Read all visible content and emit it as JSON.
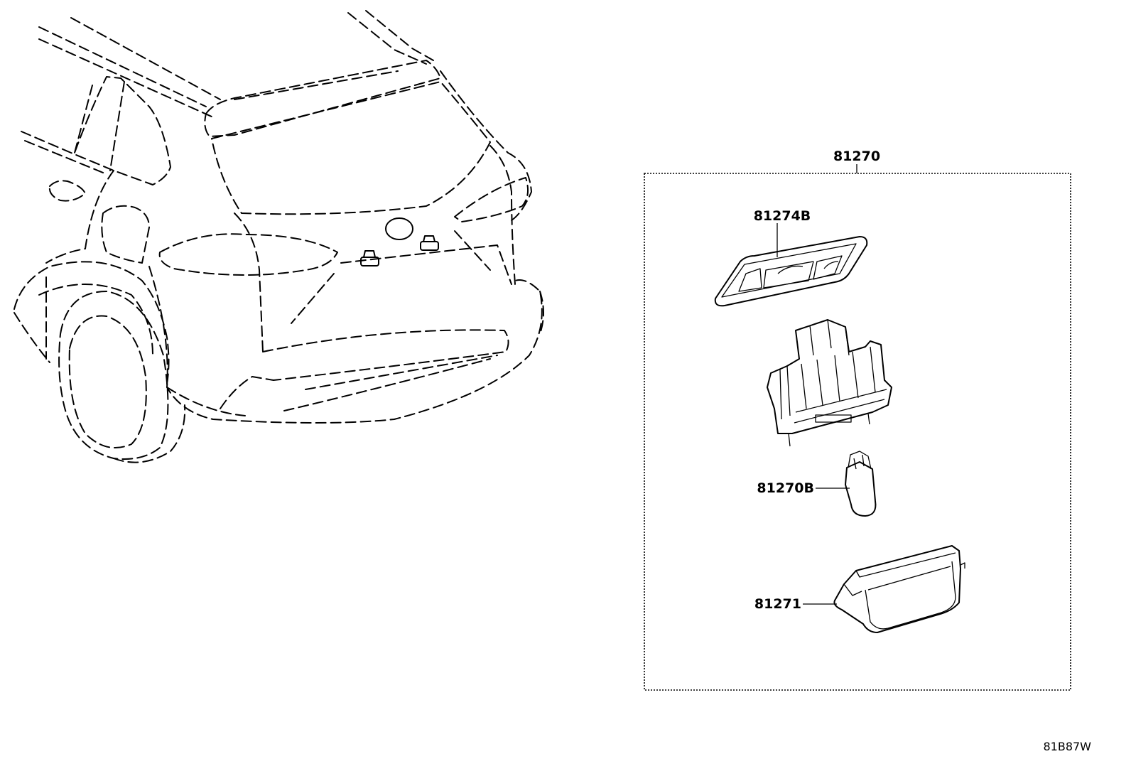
{
  "diagram": {
    "labels": {
      "assembly": "81270",
      "lens_gasket": "81274B",
      "bulb": "81270B",
      "cover": "81271"
    },
    "figure_code": "81B87W"
  }
}
